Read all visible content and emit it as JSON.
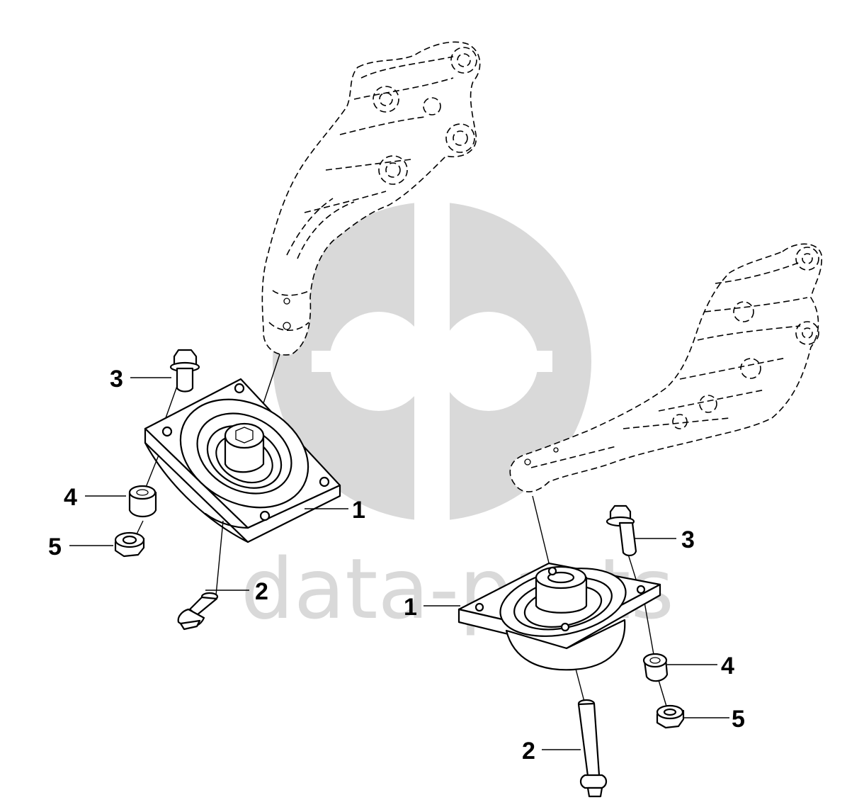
{
  "watermark": {
    "text": "data-parts",
    "color": "#d9d9d9"
  },
  "callouts": {
    "left_1": "1",
    "left_2": "2",
    "left_3": "3",
    "left_4": "4",
    "left_5": "5",
    "right_1": "1",
    "right_2": "2",
    "right_3": "3",
    "right_4": "4",
    "right_5": "5"
  },
  "colors": {
    "line": "#000000",
    "background": "#ffffff"
  }
}
